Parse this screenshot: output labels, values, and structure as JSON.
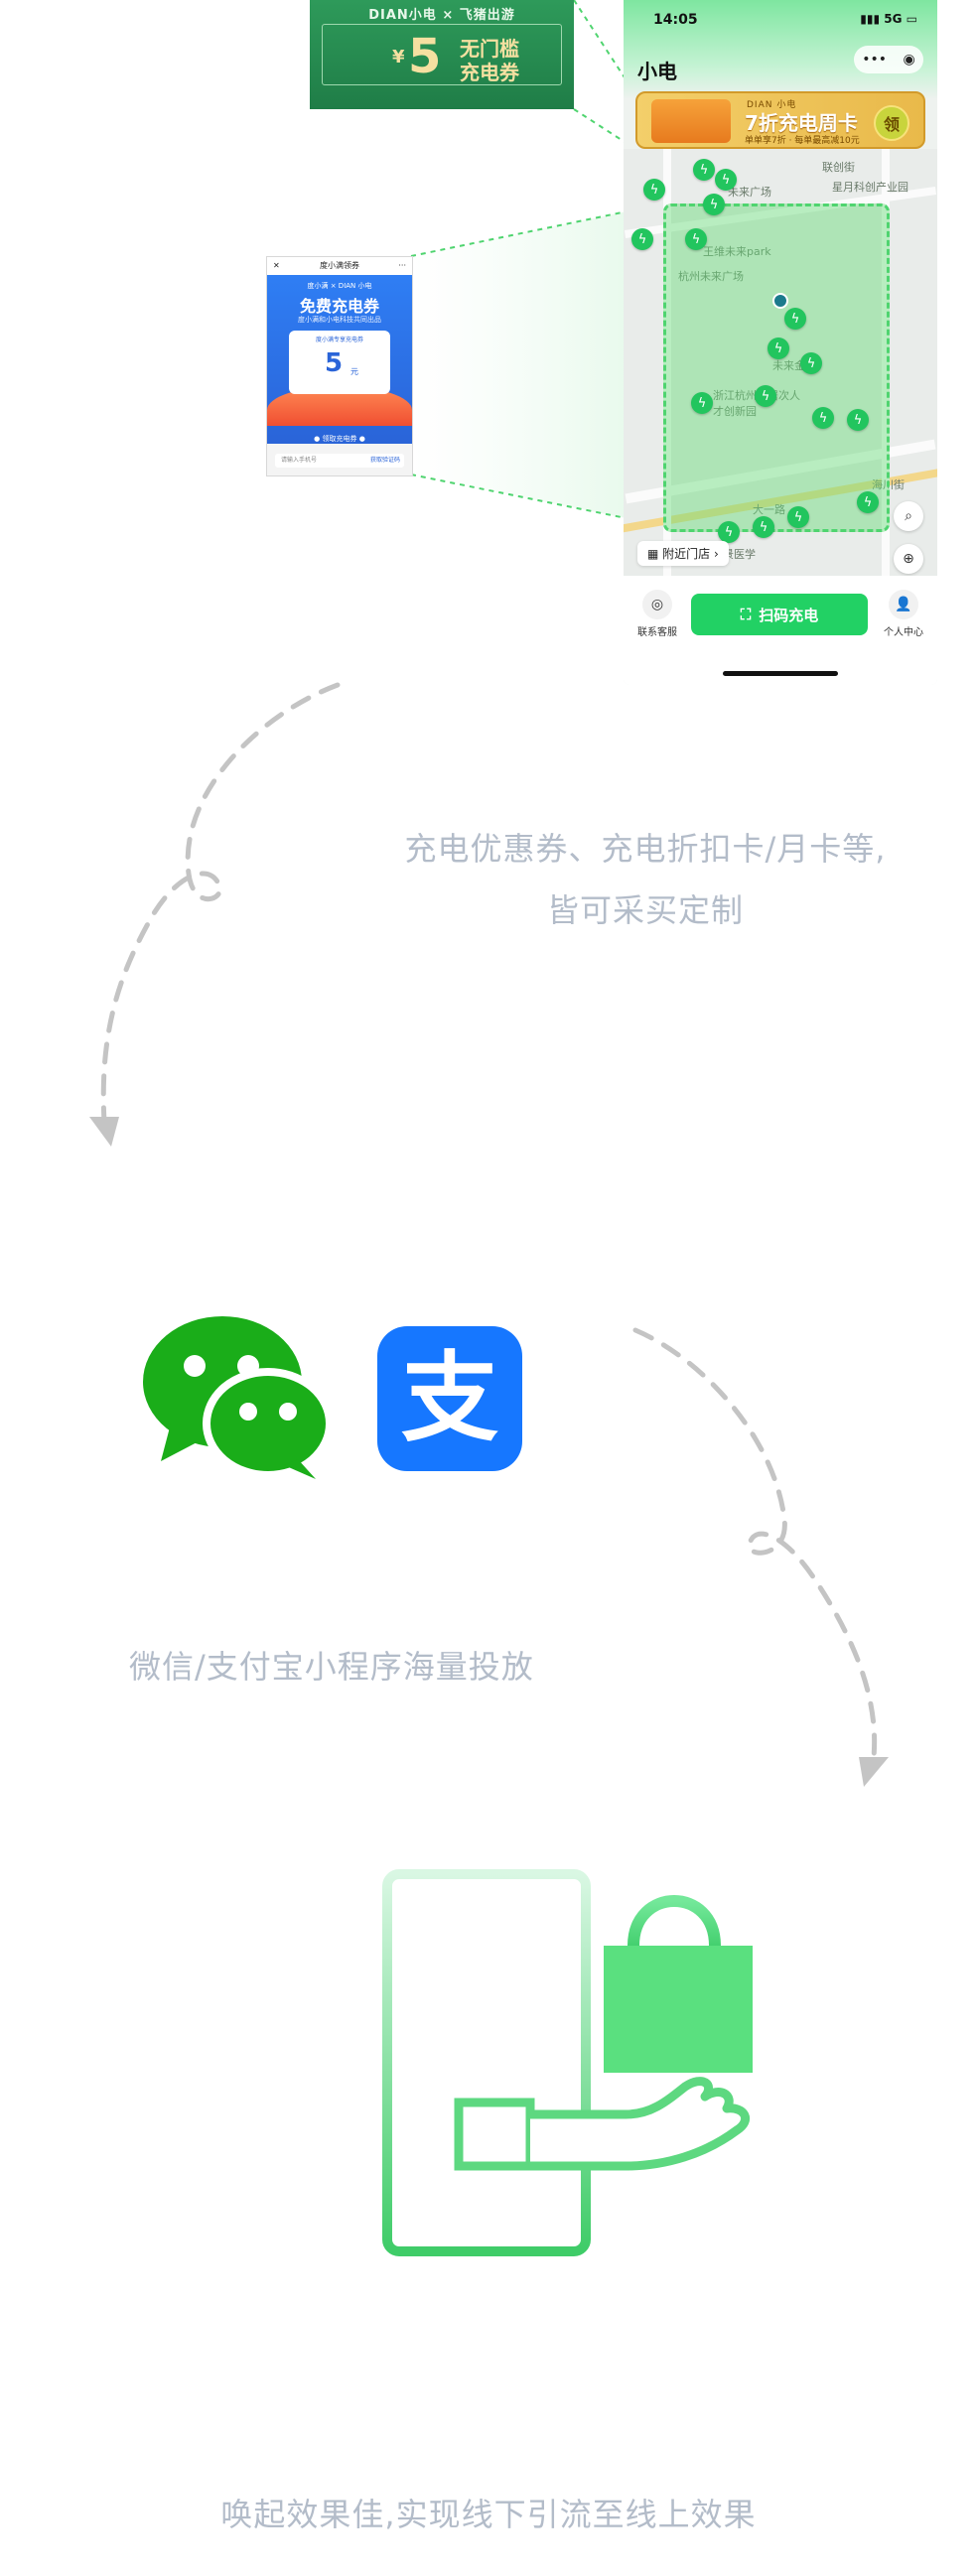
{
  "phone": {
    "time": "14:05",
    "signal": "5G",
    "app_title": "小电",
    "capsule_dots": "•••",
    "capsule_target": "◉",
    "week_card": {
      "brand": "DIAN 小电",
      "title": "7折充电周卡",
      "sub": "单单享7折 · 每单最高减10元",
      "btn": "领"
    },
    "map_labels": [
      "星月科创产业园",
      "联创街",
      "未来广场",
      "王维未来park",
      "杭州未来广场",
      "未来金融",
      "浙江杭州海居次人才创新园",
      "海川街",
      "大一路",
      "景医学"
    ],
    "nearby_label": "附近门店",
    "scan_label": "扫码充电",
    "tab_service": "联系客服",
    "tab_profile": "个人中心"
  },
  "voucher_banner": {
    "brand": "DIAN小电 × 飞猪出游",
    "currency": "¥",
    "amount": "5",
    "line1": "无门槛",
    "line2": "充电券"
  },
  "coupon_page": {
    "header": "度小满领券",
    "brand": "度小满 × DIAN 小电",
    "title": "免费充电券",
    "sub": "度小满和小电科技共同出品",
    "card_caption": "度小满专享充电券",
    "amount": "5",
    "unit": "元",
    "cta": "● 领取充电券 ●",
    "foot_placeholder": "请输入手机号",
    "foot_btn": "获取验证码"
  },
  "texts": {
    "desc1_line1": "充电优惠券、充电折扣卡/月卡等,",
    "desc1_line2": "皆可采买定制",
    "desc2": "微信/支付宝小程序海量投放",
    "desc3": "唤起效果佳,实现线下引流至线上效果"
  },
  "icons": {
    "wechat": "wechat-logo-icon",
    "alipay": "alipay-logo-icon",
    "alipay_glyph": "支",
    "illustration": "hand-shopping-bag-icon"
  },
  "colors": {
    "brand_green": "#22d164",
    "text_muted": "#b3bcc9",
    "wechat_green": "#1aad19",
    "alipay_blue": "#1677ff",
    "dashed_gray": "#c4c4c4"
  }
}
